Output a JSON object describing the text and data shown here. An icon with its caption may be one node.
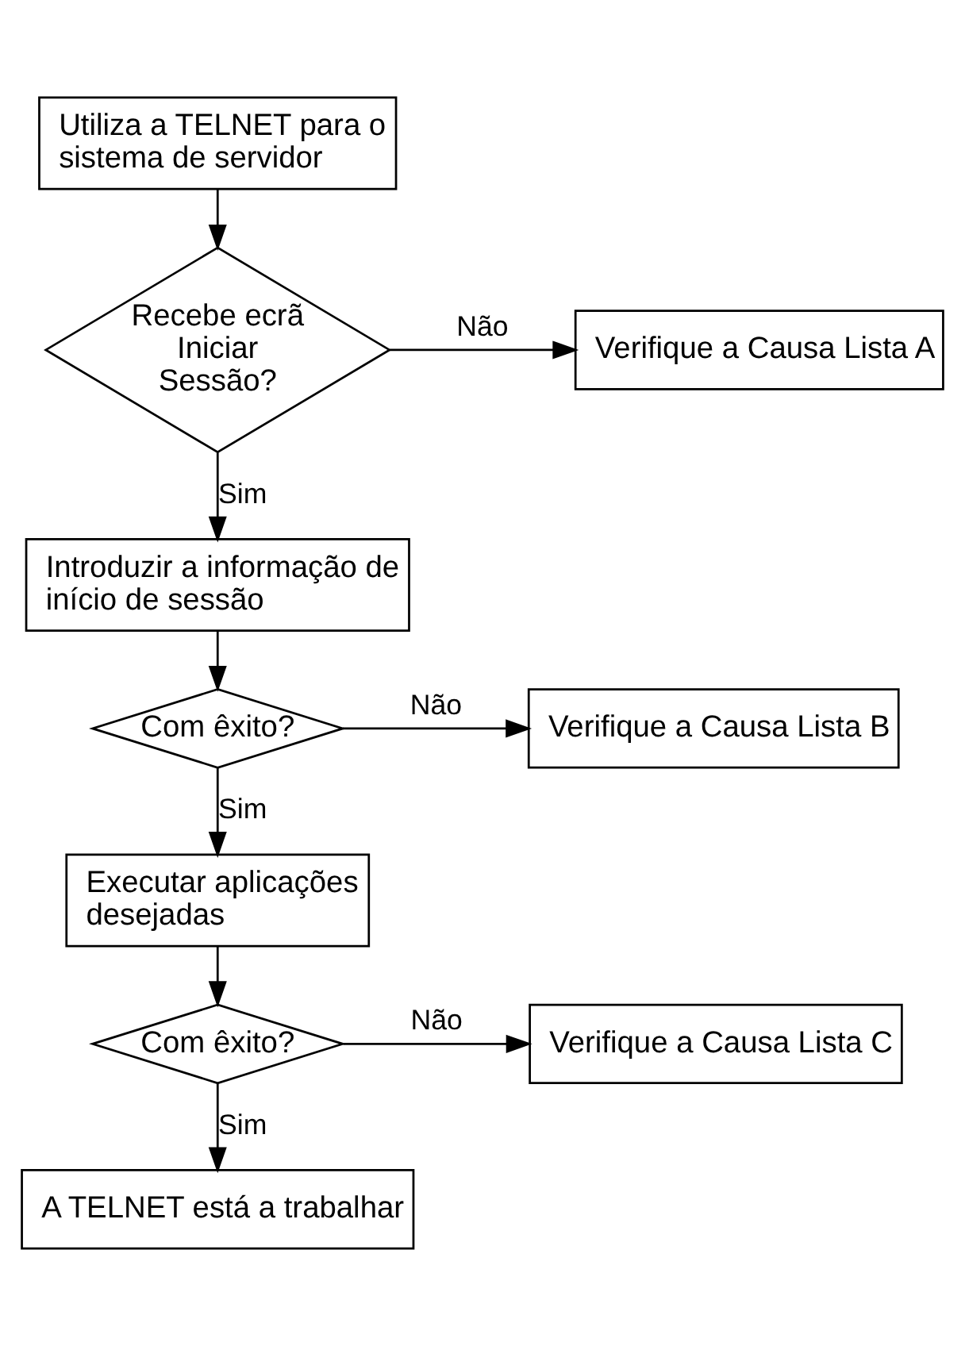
{
  "diagram": {
    "nodes": [
      {
        "text": [
          "Utiliza a TELNET para o sistema de servidor"
        ]
      },
      {
        "text": [
          "Recebe ecrã Iniciar Sessão?"
        ]
      },
      {
        "text": [
          "Verifique a Causa Lista A"
        ]
      },
      {
        "text": [
          "Introduzir a informação de início de sessão"
        ]
      },
      {
        "text": [
          "Com êxito?"
        ]
      },
      {
        "text": [
          "Verifique a Causa Lista B"
        ]
      },
      {
        "text": [
          "Executar aplicações desejadas"
        ]
      },
      {
        "text": [
          "Com êxito?"
        ]
      },
      {
        "text": [
          "Verifique a Causa Lista C"
        ]
      },
      {
        "text": [
          "A TELNET está a trabalhar"
        ]
      }
    ],
    "edges": [
      {
        "from": 0,
        "to": 1,
        "arrow": "to"
      },
      {
        "from": 1,
        "to": 2,
        "arrow": "to",
        "label": "Não"
      },
      {
        "from": 1,
        "to": 3,
        "arrow": "to",
        "label": "Sim"
      },
      {
        "from": 3,
        "to": 4,
        "arrow": "to"
      },
      {
        "from": 4,
        "to": 5,
        "arrow": "to",
        "label": "Não"
      },
      {
        "from": 4,
        "to": 6,
        "arrow": "to",
        "label": "Sim"
      },
      {
        "from": 6,
        "to": 7,
        "arrow": "to"
      },
      {
        "from": 7,
        "to": 8,
        "arrow": "to",
        "label": "Não"
      },
      {
        "from": 7,
        "to": 9,
        "arrow": "to",
        "label": "Sim"
      }
    ]
  }
}
